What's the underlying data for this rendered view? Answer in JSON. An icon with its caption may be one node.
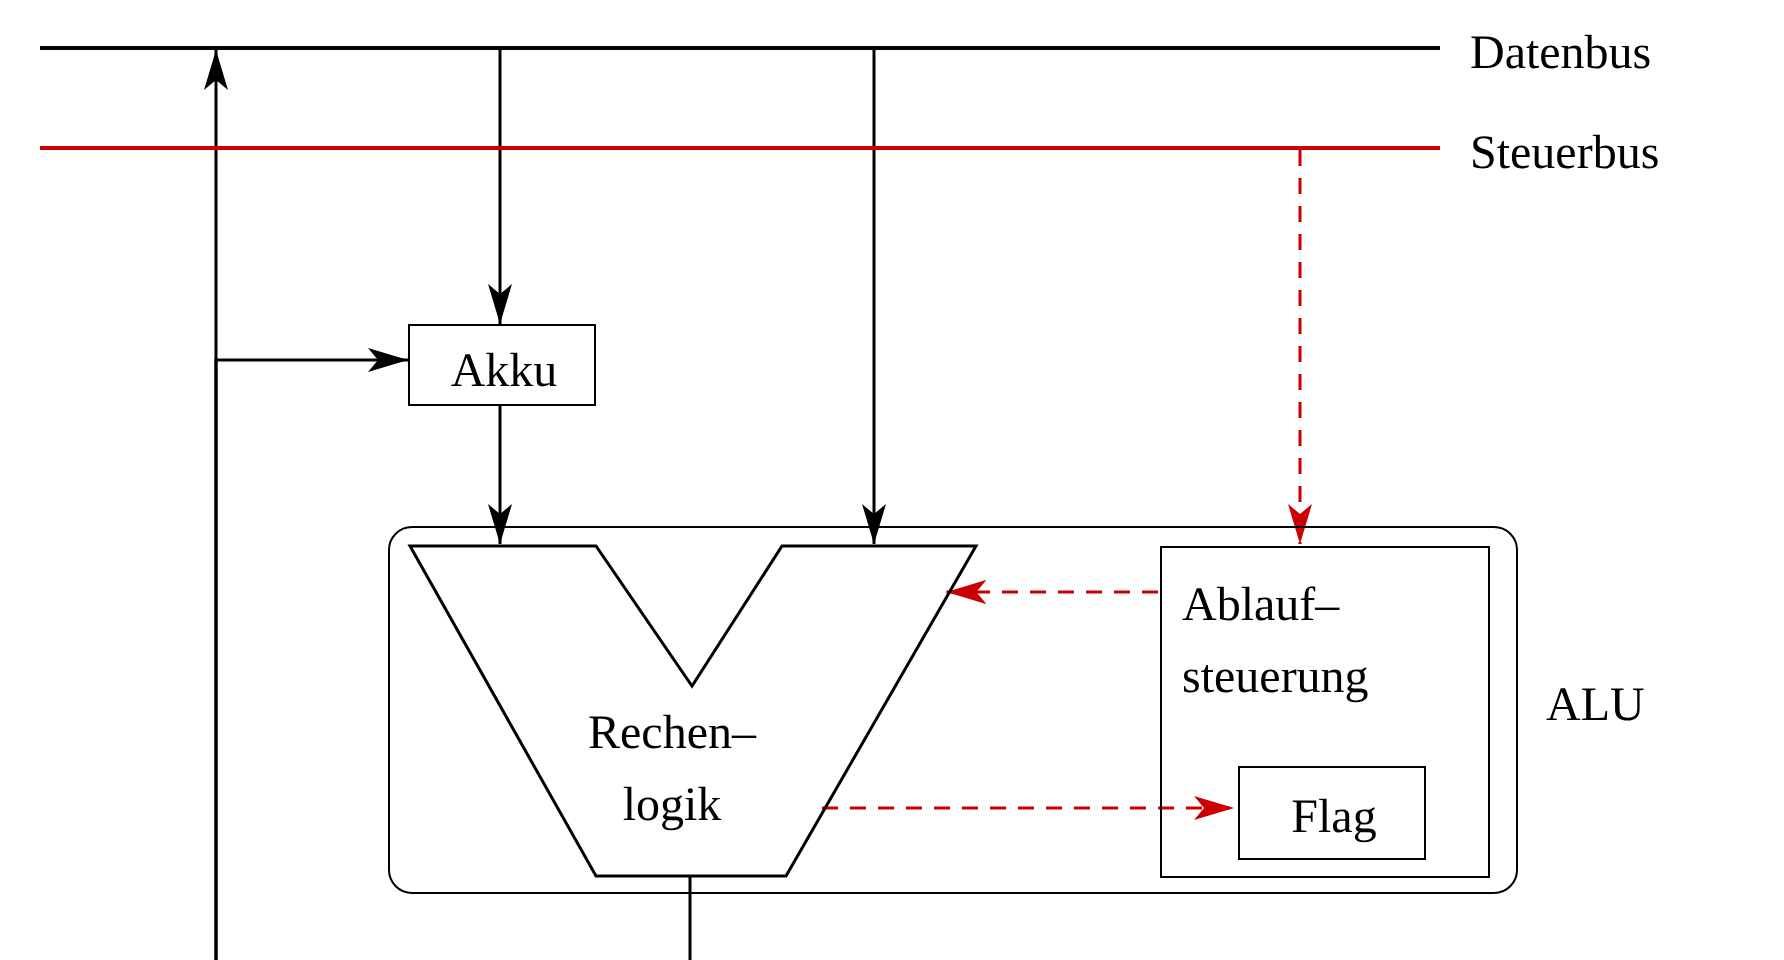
{
  "diagram": {
    "nodes": [
      {
        "text": [
          "Datenbus"
        ]
      },
      {
        "text": [
          "Steuerbus"
        ]
      },
      {
        "text": [
          "Akku"
        ]
      },
      {
        "text": [
          "ALU"
        ]
      },
      {
        "text": [
          "Rechen– logik"
        ],
        "in": 3
      },
      {
        "text": [
          "Ablauf– steuerung"
        ],
        "in": 3
      },
      {
        "text": [
          "Flag"
        ],
        "in": 5
      }
    ],
    "edges": [
      {
        "from": 0,
        "to": 2,
        "arrow": "to"
      },
      {
        "from": 0,
        "to": 4,
        "arrow": "to"
      },
      {
        "from": null,
        "to": 0,
        "arrow": "to"
      },
      {
        "from": null,
        "to": 2,
        "arrow": "to"
      },
      {
        "from": 1,
        "to": 5,
        "arrow": "to",
        "style": "dashed",
        "color": "#cc0000"
      },
      {
        "from": 2,
        "to": 4,
        "arrow": "to"
      },
      {
        "from": 5,
        "to": 4,
        "arrow": "to",
        "style": "dashed",
        "color": "#cc0000"
      },
      {
        "from": 4,
        "to": 6,
        "arrow": "to",
        "style": "dashed",
        "color": "#cc0000"
      },
      {
        "from": 4,
        "to": null,
        "arrow": "none"
      }
    ]
  }
}
